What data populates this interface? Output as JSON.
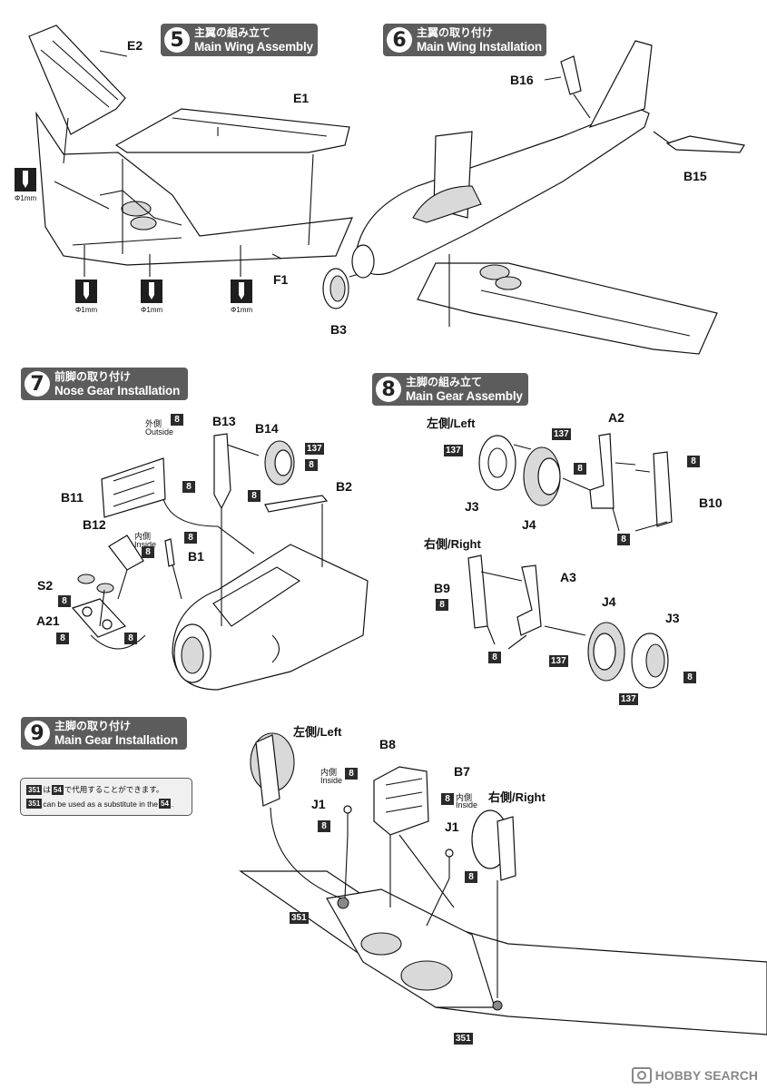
{
  "steps": [
    {
      "number": "5",
      "title_jp": "主翼の組み立て",
      "title_en": "Main Wing Assembly"
    },
    {
      "number": "6",
      "title_jp": "主翼の取り付け",
      "title_en": "Main Wing Installation"
    },
    {
      "number": "7",
      "title_jp": "前脚の取り付け",
      "title_en": "Nose Gear Installation"
    },
    {
      "number": "8",
      "title_jp": "主脚の組み立て",
      "title_en": "Main Gear Assembly"
    },
    {
      "number": "9",
      "title_jp": "主脚の取り付け",
      "title_en": "Main Gear Installation"
    }
  ],
  "step5": {
    "parts": {
      "e2": "E2",
      "e1": "E1",
      "f1": "F1"
    },
    "drill": "Φ1mm"
  },
  "step6": {
    "parts": {
      "b16": "B16",
      "b15": "B15",
      "b3": "B3"
    }
  },
  "step7": {
    "parts": {
      "b13": "B13",
      "b14": "B14",
      "b2": "B2",
      "b11": "B11",
      "b12": "B12",
      "b1": "B1",
      "s2": "S2",
      "a21": "A21"
    },
    "outside_jp": "外側",
    "outside_en": "Outside",
    "inside_jp": "内側",
    "inside_en": "Inside"
  },
  "step8": {
    "left": "左側/Left",
    "right": "右側/Right",
    "parts": {
      "a2": "A2",
      "b10": "B10",
      "j3": "J3",
      "j4": "J4",
      "b9": "B9",
      "a3": "A3"
    }
  },
  "step9": {
    "left": "左側/Left",
    "right": "右側/Right",
    "inside_jp": "内側",
    "inside_en": "Inside",
    "parts": {
      "b8": "B8",
      "b7": "B7",
      "j1": "J1"
    },
    "note": {
      "line1_a": "351",
      "line1_b": "は",
      "line1_c": "54",
      "line1_d": "で代用することができます。",
      "line2_a": "351",
      "line2_b": "can be used as a substitute in the",
      "line2_c": "54",
      "line2_d": "."
    }
  },
  "paint": {
    "c8": "8",
    "c137": "137",
    "c351": "351"
  },
  "watermark": "HOBBY SEARCH"
}
